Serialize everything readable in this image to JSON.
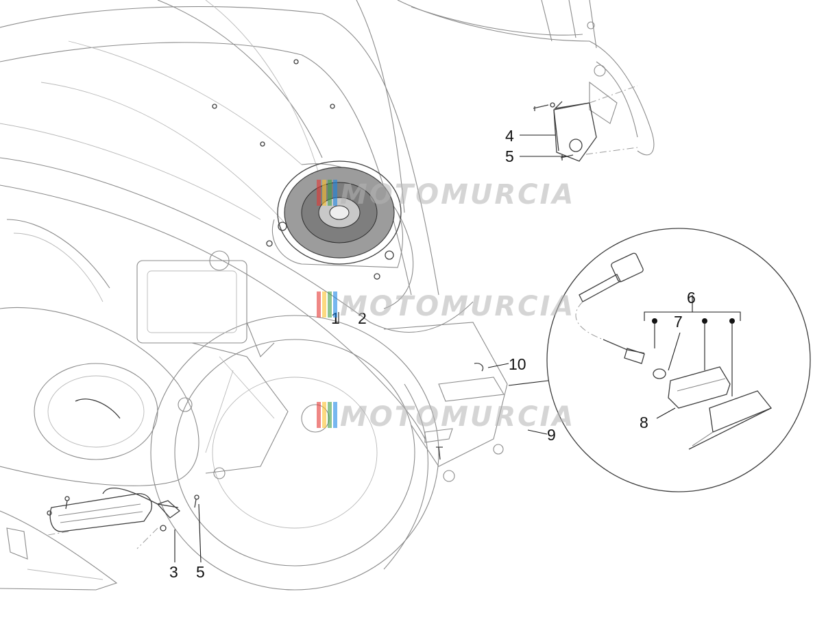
{
  "watermark": {
    "text": "MOTOMURCIA",
    "colors": [
      "#e53935",
      "#fbc02d",
      "#43a047",
      "#1e88e5"
    ]
  },
  "callouts": [
    {
      "id": "1",
      "label": "1"
    },
    {
      "id": "2",
      "label": "2"
    },
    {
      "id": "3",
      "label": "3"
    },
    {
      "id": "4",
      "label": "4"
    },
    {
      "id": "5a",
      "label": "5"
    },
    {
      "id": "5b",
      "label": "5"
    },
    {
      "id": "6",
      "label": "6"
    },
    {
      "id": "7",
      "label": "7"
    },
    {
      "id": "8",
      "label": "8"
    },
    {
      "id": "9",
      "label": "9"
    },
    {
      "id": "10",
      "label": "10"
    }
  ]
}
